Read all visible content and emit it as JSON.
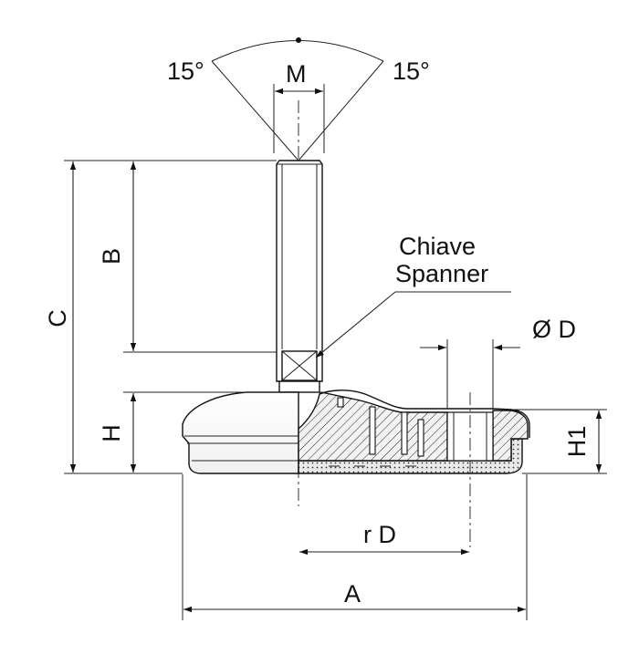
{
  "labels": {
    "angle_left": "15°",
    "angle_right": "15°",
    "thread": "M",
    "key_it": "Chiave",
    "key_en": "Spanner",
    "hole_diameter": "Ø D",
    "height_c": "C",
    "length_b": "B",
    "height_h": "H",
    "height_h1": "H1",
    "radius_d": "r D",
    "width_a": "A"
  }
}
